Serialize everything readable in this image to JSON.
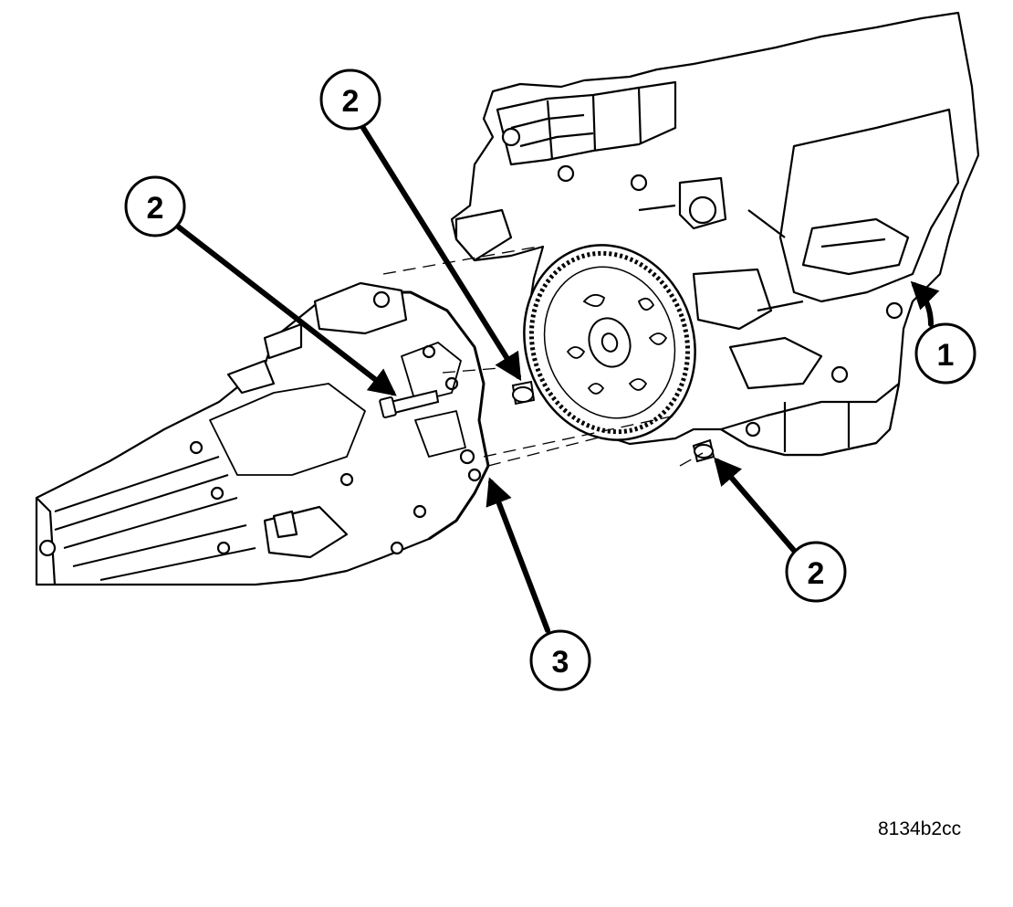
{
  "callouts": [
    {
      "id": "engine",
      "label": "1"
    },
    {
      "id": "bolt-upper-left",
      "label": "2"
    },
    {
      "id": "bolt-upper-center",
      "label": "2"
    },
    {
      "id": "bolt-lower-right",
      "label": "2"
    },
    {
      "id": "transmission",
      "label": "3"
    }
  ],
  "figure_id": "8134b2cc",
  "colors": {
    "ink": "#000000",
    "paper": "#ffffff"
  }
}
